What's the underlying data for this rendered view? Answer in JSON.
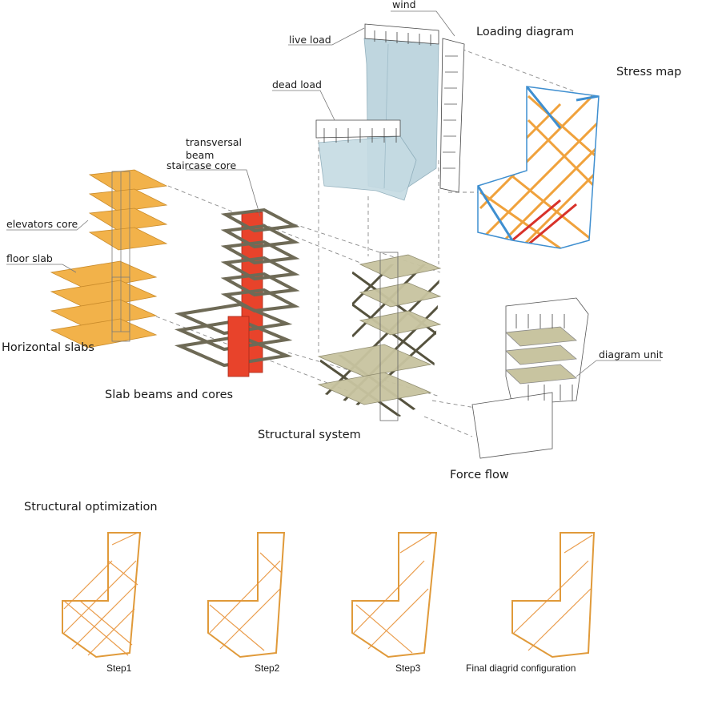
{
  "titles": {
    "loading_diagram": "Loading diagram",
    "stress_map": "Stress map",
    "horizontal_slabs": "Horizontal slabs",
    "slab_beams_cores": "Slab beams and cores",
    "structural_system": "Structural system",
    "force_flow": "Force flow",
    "structural_optimization": "Structural optimization"
  },
  "labels": {
    "wind": "wind",
    "live_load": "live load",
    "dead_load": "dead load",
    "transversal_beam": "transversal\nbeam",
    "staircase_core": "staircase core",
    "elevators_core": "elevators core",
    "floor_slab": "floor slab",
    "diagram_unit": "diagram unit"
  },
  "steps": [
    "Step1",
    "Step2",
    "Step3",
    "Final diagrid configuration"
  ],
  "colors": {
    "slab": "#f2b24a",
    "slab_edge": "#d08a1c",
    "glass": "#b9d2dc",
    "core_red": "#e8432b",
    "beam": "#6e6a56",
    "olive_slab": "#c8c4a0",
    "stress_orange": "#f0a23c",
    "stress_blue": "#3f8fd0",
    "stress_red": "#d8322a"
  }
}
